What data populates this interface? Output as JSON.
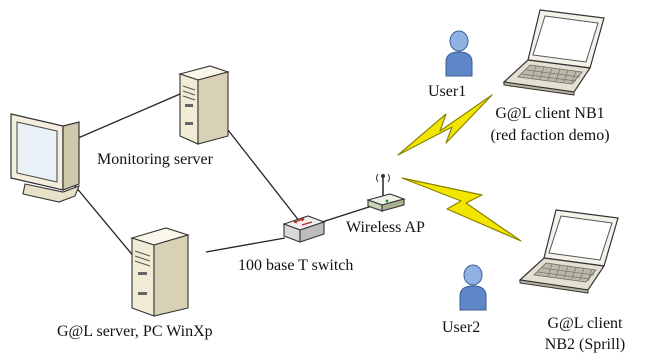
{
  "nodes": {
    "monitoring_server": {
      "label": "Monitoring server",
      "icon": "server-tower-icon"
    },
    "gl_server": {
      "label": "G@L server, PC WinXp",
      "icon": "server-tower-icon"
    },
    "monitor": {
      "icon": "crt-monitor-icon"
    },
    "switch": {
      "label": "100 base T switch",
      "icon": "network-switch-icon"
    },
    "wireless_ap": {
      "label": "Wireless AP",
      "icon": "wireless-router-icon"
    },
    "user1": {
      "label": "User1",
      "icon": "user-icon"
    },
    "user2": {
      "label": "User2",
      "icon": "user-icon"
    },
    "nb1": {
      "label_line1": "G@L client  NB1",
      "label_line2": "(red faction demo)",
      "icon": "laptop-icon"
    },
    "nb2": {
      "label_line1": "G@L client",
      "label_line2": "NB2 (Sprill)",
      "icon": "laptop-icon"
    }
  },
  "links": [
    {
      "from": "monitor",
      "to": "monitoring_server",
      "type": "wired"
    },
    {
      "from": "monitor",
      "to": "gl_server",
      "type": "wired"
    },
    {
      "from": "monitoring_server",
      "to": "switch",
      "type": "wired"
    },
    {
      "from": "gl_server",
      "to": "switch",
      "type": "wired"
    },
    {
      "from": "switch",
      "to": "wireless_ap",
      "type": "wired"
    },
    {
      "from": "wireless_ap",
      "to": "nb1",
      "type": "wireless"
    },
    {
      "from": "wireless_ap",
      "to": "nb2",
      "type": "wireless"
    }
  ],
  "colors": {
    "lightning": "#f2e600",
    "lightning_stroke": "#8a8200",
    "user_body": "#5d87c6",
    "user_head": "#8fb2e3",
    "server_body": "#f1ecd5",
    "device_shadow": "#cfc8ad",
    "switch_body": "#d9d9d9",
    "switch_top": "#f0f0f0"
  }
}
